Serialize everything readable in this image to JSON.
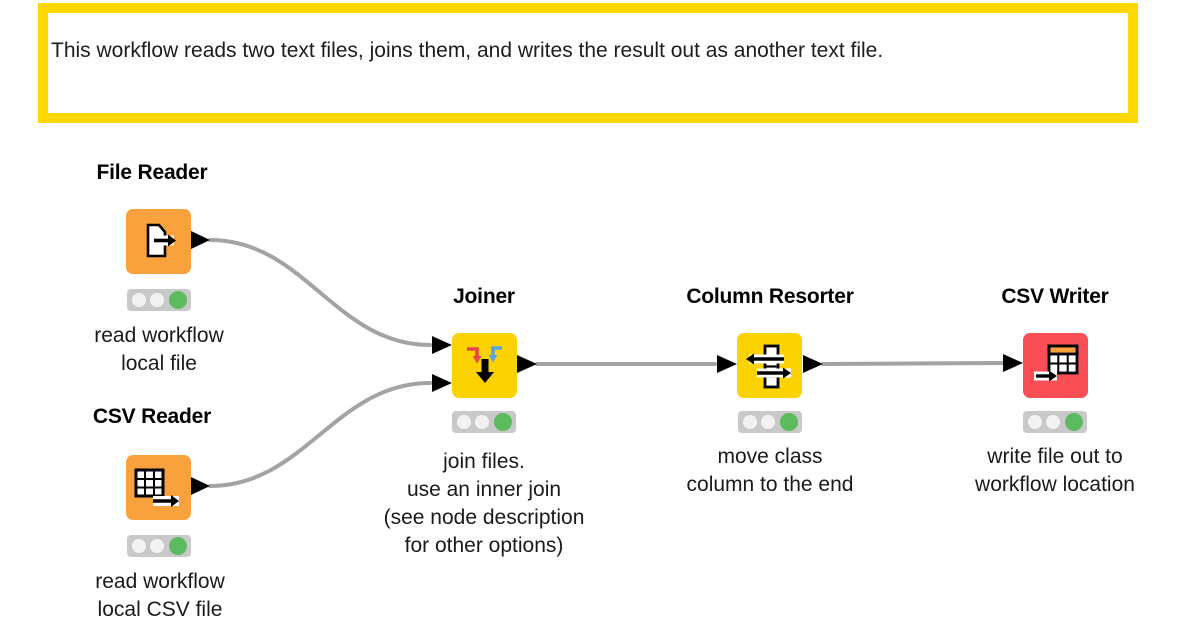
{
  "annotation": {
    "text": "This workflow reads two text files, joins them, and writes the result out as another text file.",
    "border_color": "#FFD800"
  },
  "nodes": [
    {
      "id": "file-reader",
      "title": "File Reader",
      "type": "source",
      "color": "#F9A13C",
      "icon": "document-export-icon",
      "status": "executed",
      "caption": [
        "read workflow",
        "local file"
      ]
    },
    {
      "id": "csv-reader",
      "title": "CSV Reader",
      "type": "source",
      "color": "#F9A13C",
      "icon": "table-export-icon",
      "status": "executed",
      "caption": [
        "read workflow",
        "local CSV file"
      ]
    },
    {
      "id": "joiner",
      "title": "Joiner",
      "type": "manipulator",
      "color": "#FDD203",
      "icon": "merge-arrows-icon",
      "status": "executed",
      "caption": [
        "join files.",
        "use an inner join",
        "(see node description",
        "for other options)"
      ]
    },
    {
      "id": "column-resorter",
      "title": "Column Resorter",
      "type": "manipulator",
      "color": "#FDD203",
      "icon": "column-swap-arrows-icon",
      "status": "executed",
      "caption": [
        "move class",
        "column to the end"
      ]
    },
    {
      "id": "csv-writer",
      "title": "CSV Writer",
      "type": "sink",
      "color": "#FA4E57",
      "icon": "table-write-icon",
      "status": "executed",
      "caption": [
        "write file out to",
        "workflow location"
      ]
    }
  ],
  "connections": [
    {
      "from": "file-reader",
      "to": "joiner"
    },
    {
      "from": "csv-reader",
      "to": "joiner"
    },
    {
      "from": "joiner",
      "to": "column-resorter"
    },
    {
      "from": "column-resorter",
      "to": "csv-writer"
    }
  ],
  "colors": {
    "source_orange": "#F9A13C",
    "manipulator_yellow": "#FDD203",
    "sink_red": "#FA4E57",
    "annotation_border": "#FFD800",
    "wire_gray": "#A3A3A3",
    "port_black": "#000000",
    "traffic_light_bg": "#C9C9C9",
    "traffic_light_off": "#F2F2F2",
    "traffic_light_green": "#5CBB5F"
  }
}
